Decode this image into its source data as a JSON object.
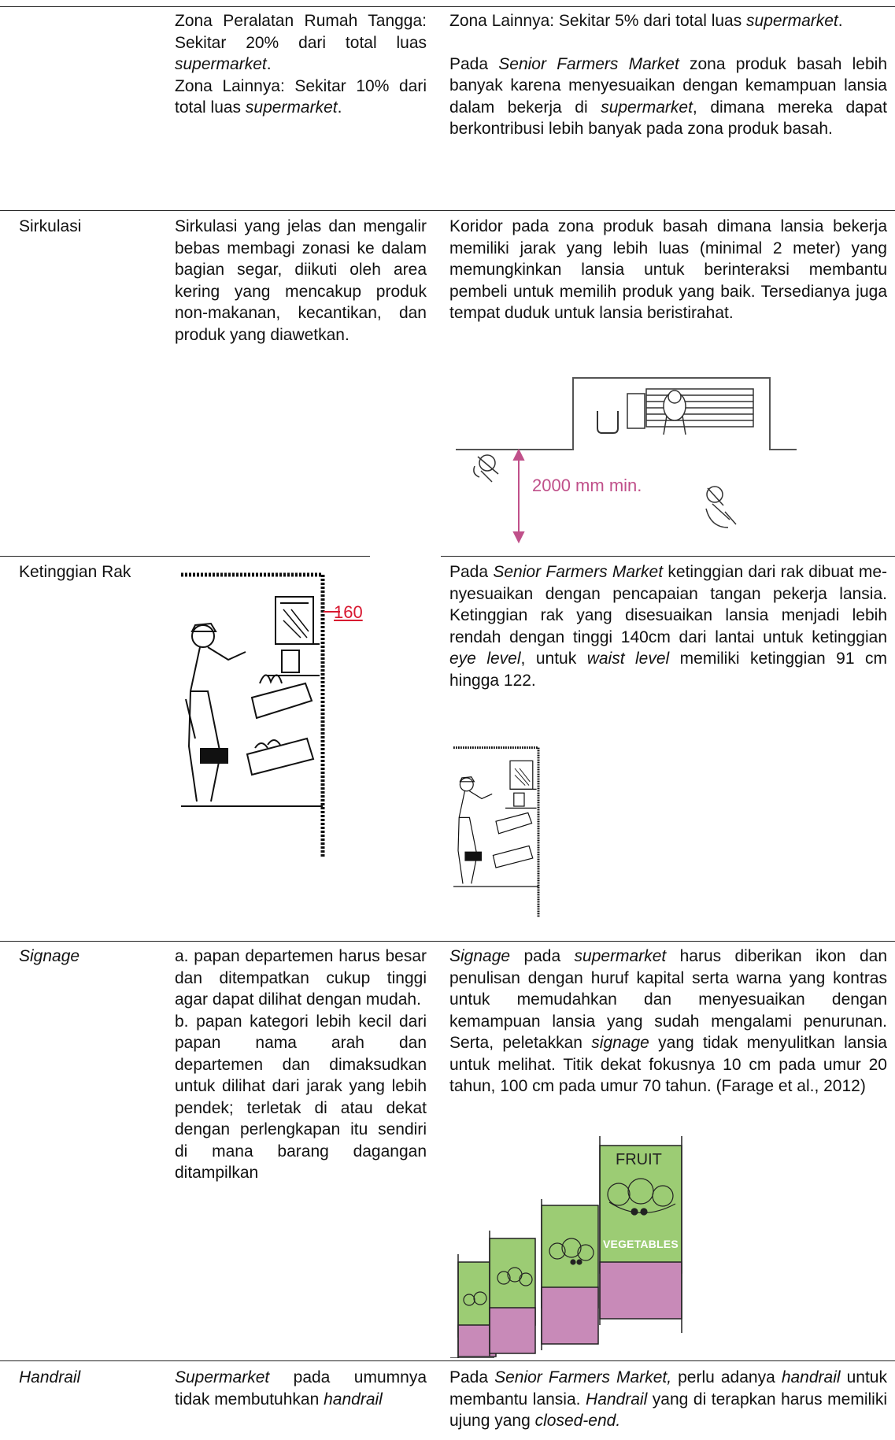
{
  "rows": [
    {
      "label": "",
      "criteria": [
        [
          "Zona Peralatan Rumah Tangga: Sekitar 20% dari total luas ",
          {
            "i": "supermarket"
          },
          "."
        ],
        [
          "Zona Lainnya: Sekitar 10% dari total luas ",
          {
            "i": "supermarket"
          },
          "."
        ]
      ],
      "application": [
        [
          "Zona Lainnya: Sekitar 5% dari total luas ",
          {
            "i": "supermarket"
          },
          "."
        ],
        [
          "Pada ",
          {
            "i": "Senior Farmers Market"
          },
          " zona produk basah lebih banyak karena menyesuaikan dengan kemampuan lansia dalam bekerja di ",
          {
            "i": "supermarket"
          },
          ", dimana mereka dapat berkontribusi lebih banyak pada zona produk basah."
        ]
      ]
    },
    {
      "label": "Sirkulasi",
      "criteria": [
        [
          "Sirkulasi yang jelas dan mengalir bebas membagi zonasi ke dalam bagian segar, diikuti oleh area kering yang mencakup produk non-makanan, kecantikan, dan produk yang diawetkan."
        ]
      ],
      "application": [
        [
          "Koridor pada zona produk basah dimana lansia bekerja memiliki jarak yang lebih luas (minimal 2 meter) yang memungkinkan lansia untuk berinteraksi membantu pembeli untuk memilih produk yang baik. Tersedianya juga tempat duduk untuk lansia beristirahat."
        ]
      ],
      "figure_label": "2000 mm min."
    },
    {
      "label": "Ketinggian Rak",
      "criteria": [],
      "criteria_figure_label": "160",
      "application": [
        [
          "Pada ",
          {
            "i": "Senior Farmers Market"
          },
          " ketinggian dari rak dibuat me-nyesuaikan dengan pencapaian tangan pekerja lansia. Ketinggian rak yang disesuaikan lansia menjadi lebih rendah dengan tinggi  140cm dari lantai untuk ketinggian ",
          {
            "i": "eye level"
          },
          ", untuk ",
          {
            "i": "waist level"
          },
          " memiliki ketinggian 91 cm hingga 122."
        ]
      ]
    },
    {
      "label": "Signage",
      "label_italic": true,
      "criteria": [
        [
          "a.  papan departemen harus besar dan ditempatkan cukup tinggi agar dapat dilihat dengan mudah."
        ],
        [
          "b. papan kategori lebih kecil dari papan nama arah dan departemen dan dimaksudkan untuk dilihat dari jarak yang lebih pendek; terletak di atau dekat dengan perlengkapan itu sendiri di mana barang dagangan ditampilkan"
        ]
      ],
      "application": [
        [
          {
            "i": "Signage"
          },
          " pada ",
          {
            "i": "supermarket"
          },
          " harus diberikan ikon dan penulisan dengan huruf kapital serta warna yang kontras untuk memudahkan dan menyesuaikan dengan kemampuan lansia yang sudah mengalami penurunan. Serta, peletakkan ",
          {
            "i": "signage"
          },
          " yang tidak menyulitkan lansia untuk melihat. Titik dekat fokusnya 10 cm pada umur 20 tahun, 100 cm pada umur 70 tahun. (Farage et al., 2012)"
        ]
      ],
      "sign_top": "FRUIT",
      "sign_bottom": "VEGETABLES"
    },
    {
      "label": "Handrail",
      "label_italic": true,
      "criteria": [
        [
          {
            "i": "Supermarket"
          },
          " pada umumnya tidak membutuhkan ",
          {
            "i": "handrail"
          }
        ]
      ],
      "application": [
        [
          "Pada ",
          {
            "i": "Senior Farmers Market,"
          },
          " perlu adanya ",
          {
            "i": "handrail"
          },
          " untuk membantu lansia. ",
          {
            "i": "Handrail"
          },
          " yang di terapkan harus memiliki ujung yang ",
          {
            "i": "closed-end."
          }
        ]
      ]
    }
  ],
  "colors": {
    "sign_green": "#9ccc74",
    "sign_purple": "#c88ab8",
    "dimension_pink": "#c0508a",
    "shelf_red": "#d81830"
  }
}
